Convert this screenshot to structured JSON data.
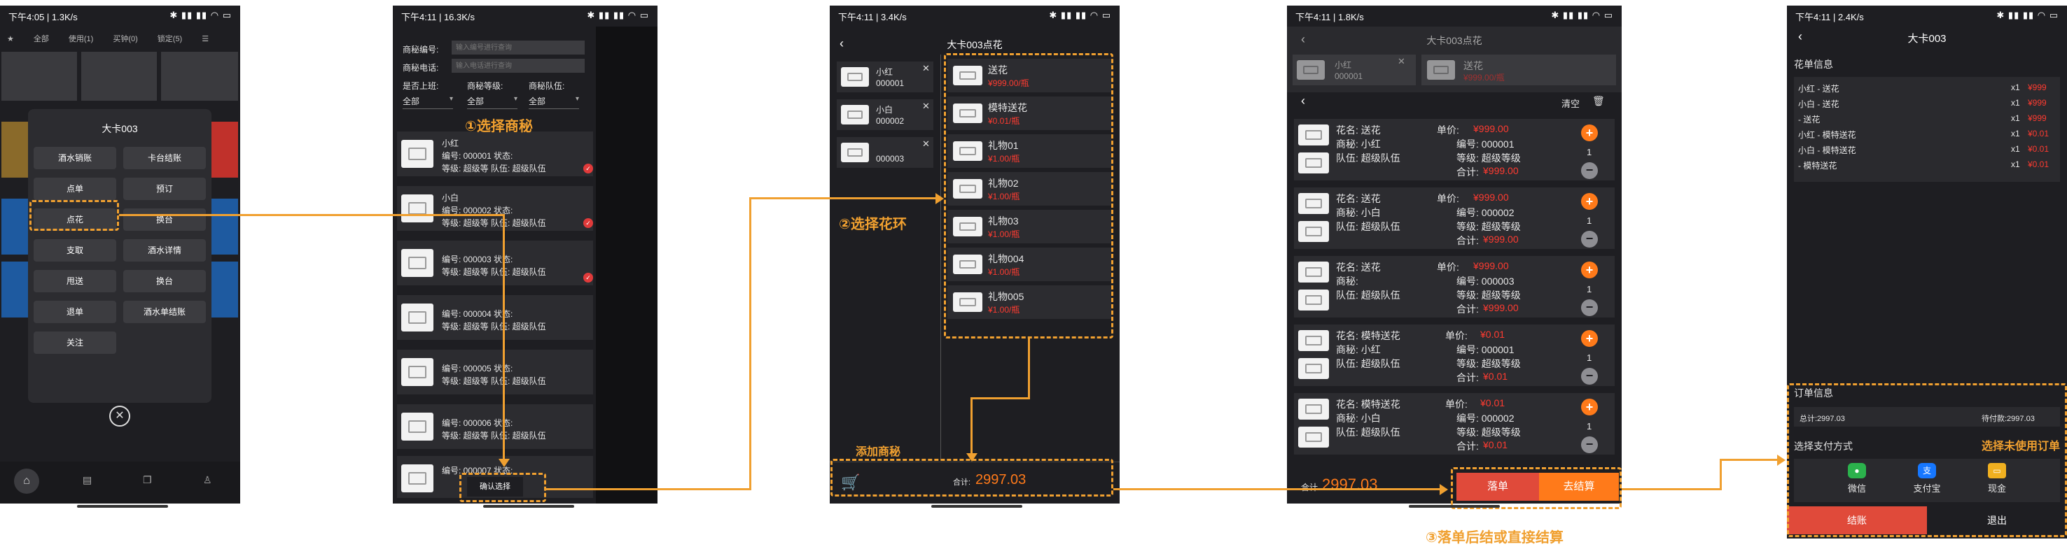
{
  "annotations": {
    "step1": "①选择商秘",
    "step2": "②选择花环",
    "step3": "③落单后结或直接结算",
    "add_secretary": "添加商秘",
    "pay_note": "选择未使用订单"
  },
  "screen1": {
    "status_left": "下午4:05 | 1.3K/s",
    "status_right": "✱ ▮▮ ▮▮ ◠ ▭",
    "tabs": [
      "全部",
      "使用(1)",
      "买钟(0)",
      "锁定(5)"
    ],
    "menu_title": "大卡003",
    "menu_items": [
      "酒水销账",
      "卡台结账",
      "点单",
      "预订",
      "点花",
      "换台",
      "支取",
      "酒水详情",
      "甩送",
      "换台",
      "退单",
      "酒水单结账",
      "关注"
    ]
  },
  "screen2": {
    "status_left": "下午4:11 | 16.3K/s",
    "status_right": "✱ ▮▮ ▮▮ ◠ ▭",
    "filter_number_label": "商秘编号:",
    "filter_number_placeholder": "输入编号进行查询",
    "filter_phone_label": "商秘电话:",
    "filter_phone_placeholder": "输入电话进行查询",
    "filter_labels": [
      "是否上班:",
      "商秘等级:",
      "商秘队伍:"
    ],
    "filter_values": [
      "全部",
      "全部",
      "全部"
    ],
    "items": [
      {
        "name": "小红",
        "line1": "编号: 000001 状态:",
        "line2": "等级: 超级等  队伍: 超级队伍"
      },
      {
        "name": "小白",
        "line1": "编号: 000002 状态:",
        "line2": "等级: 超级等  队伍: 超级队伍"
      },
      {
        "name": "",
        "line1": "编号: 000003 状态:",
        "line2": "等级: 超级等  队伍: 超级队伍"
      },
      {
        "name": "",
        "line1": "编号: 000004 状态:",
        "line2": "等级: 超级等  队伍: 超级队伍"
      },
      {
        "name": "",
        "line1": "编号: 000005 状态:",
        "line2": "等级: 超级等  队伍: 超级队伍"
      },
      {
        "name": "",
        "line1": "编号: 000006 状态:",
        "line2": "等级: 超级等  队伍: 超级队伍"
      },
      {
        "name": "",
        "line1": "编号: 000007 状态:",
        "line2": ""
      }
    ],
    "confirm_label": "确认选择"
  },
  "screen3": {
    "status_left": "下午4:11 | 3.4K/s",
    "status_right": "✱ ▮▮ ▮▮ ◠ ▭",
    "title": "大卡003点花",
    "secretaries": [
      {
        "name": "小红",
        "code": "000001"
      },
      {
        "name": "小白",
        "code": "000002"
      },
      {
        "name": "",
        "code": "000003"
      }
    ],
    "flowers": [
      {
        "name": "送花",
        "price": "¥999.00/瓶"
      },
      {
        "name": "模特送花",
        "price": "¥0.01/瓶"
      },
      {
        "name": "礼物01",
        "price": "¥1.00/瓶"
      },
      {
        "name": "礼物02",
        "price": "¥1.00/瓶"
      },
      {
        "name": "礼物03",
        "price": "¥1.00/瓶"
      },
      {
        "name": "礼物004",
        "price": "¥1.00/瓶"
      },
      {
        "name": "礼物005",
        "price": "¥1.00/瓶"
      }
    ],
    "total_label": "合计:",
    "total_value": "2997.03"
  },
  "screen4": {
    "status_left": "下午4:11 | 1.8K/s",
    "status_right": "✱ ▮▮ ▮▮ ◠ ▭",
    "title": "大卡003点花",
    "header_cards": [
      {
        "name": "小红",
        "code": "000001"
      },
      {
        "name": "送花",
        "price": "¥999.00/瓶"
      }
    ],
    "clear_label": "清空",
    "orders": [
      {
        "flower": "花名: 送花",
        "sec": "商秘: 小红",
        "team": "队伍: 超级队伍",
        "price_label": "单价:",
        "price": "¥999.00",
        "code": "编号: 000001",
        "level": "等级: 超级等级",
        "total_label": "合计:",
        "total": "¥999.00",
        "qty": "1"
      },
      {
        "flower": "花名: 送花",
        "sec": "商秘: 小白",
        "team": "队伍: 超级队伍",
        "price_label": "单价:",
        "price": "¥999.00",
        "code": "编号: 000002",
        "level": "等级: 超级等级",
        "total_label": "合计:",
        "total": "¥999.00",
        "qty": "1"
      },
      {
        "flower": "花名: 送花",
        "sec": "商秘:",
        "team": "队伍: 超级队伍",
        "price_label": "单价:",
        "price": "¥999.00",
        "code": "编号: 000003",
        "level": "等级: 超级等级",
        "total_label": "合计:",
        "total": "¥999.00",
        "qty": "1"
      },
      {
        "flower": "花名: 模特送花",
        "sec": "商秘: 小红",
        "team": "队伍: 超级队伍",
        "price_label": "单价:",
        "price": "¥0.01",
        "code": "编号: 000001",
        "level": "等级: 超级等级",
        "total_label": "合计:",
        "total": "¥0.01",
        "qty": "1"
      },
      {
        "flower": "花名: 模特送花",
        "sec": "商秘: 小白",
        "team": "队伍: 超级队伍",
        "price_label": "单价:",
        "price": "¥0.01",
        "code": "编号: 000002",
        "level": "等级: 超级等级",
        "total_label": "合计:",
        "total": "¥0.01",
        "qty": "1"
      }
    ],
    "total_label": "合计",
    "total_value": "2997.03",
    "place_order": "落单",
    "checkout": "去结算"
  },
  "screen5": {
    "status_left": "下午4:11 | 2.4K/s",
    "status_right": "✱ ▮▮ ▮▮ ◠ ▭",
    "title": "大卡003",
    "section_title": "花单信息",
    "lines": [
      {
        "name": "小红 - 送花",
        "qty": "x1",
        "price": "¥999"
      },
      {
        "name": "小白 - 送花",
        "qty": "x1",
        "price": "¥999"
      },
      {
        "name": "- 送花",
        "qty": "x1",
        "price": "¥999"
      },
      {
        "name": "小红 - 模特送花",
        "qty": "x1",
        "price": "¥0.01"
      },
      {
        "name": "小白 - 模特送花",
        "qty": "x1",
        "price": "¥0.01"
      },
      {
        "name": "- 模特送花",
        "qty": "x1",
        "price": "¥0.01"
      }
    ],
    "order_info_title": "订单信息",
    "total": "总计:2997.03",
    "payable": "待付款:2997.03",
    "pay_method_title": "选择支付方式",
    "pay_methods": [
      "微信",
      "支付宝",
      "现金"
    ],
    "settle_label": "结账",
    "exit_label": "退出"
  },
  "colors": {
    "accent": "#f0a030",
    "price_red": "#ff3b30",
    "plus_orange": "#ff7a1a"
  }
}
